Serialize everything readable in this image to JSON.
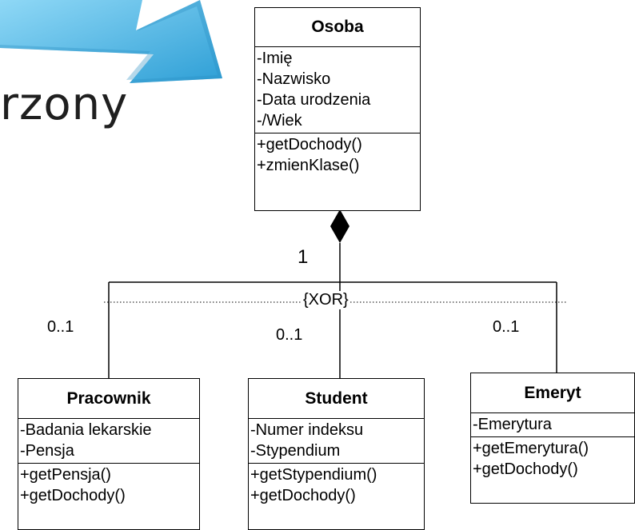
{
  "slide": {
    "title_fragment": "rzony"
  },
  "classes": {
    "osoba": {
      "name": "Osoba",
      "attributes": [
        "-Imię",
        "-Nazwisko",
        "-Data urodzenia",
        "-/Wiek"
      ],
      "operations": [
        "+getDochody()",
        "+zmienKlase()"
      ]
    },
    "pracownik": {
      "name": "Pracownik",
      "attributes": [
        "-Badania lekarskie",
        "-Pensja"
      ],
      "operations": [
        "+getPensja()",
        "+getDochody()"
      ]
    },
    "student": {
      "name": "Student",
      "attributes": [
        "-Numer indeksu",
        "-Stypendium"
      ],
      "operations": [
        "+getStypendium()",
        "+getDochody()"
      ]
    },
    "emeryt": {
      "name": "Emeryt",
      "attributes": [
        "-Emerytura"
      ],
      "operations": [
        "+getEmerytura()",
        "+getDochody()"
      ]
    }
  },
  "multiplicities": {
    "osoba_end": "1",
    "pracownik_end": "0..1",
    "student_end": "0..1",
    "emeryt_end": "0..1"
  },
  "constraint": "{XOR}",
  "colors": {
    "arrow_light": "#8fd8f6",
    "arrow_dark": "#2e9fd6",
    "line": "#000000"
  }
}
